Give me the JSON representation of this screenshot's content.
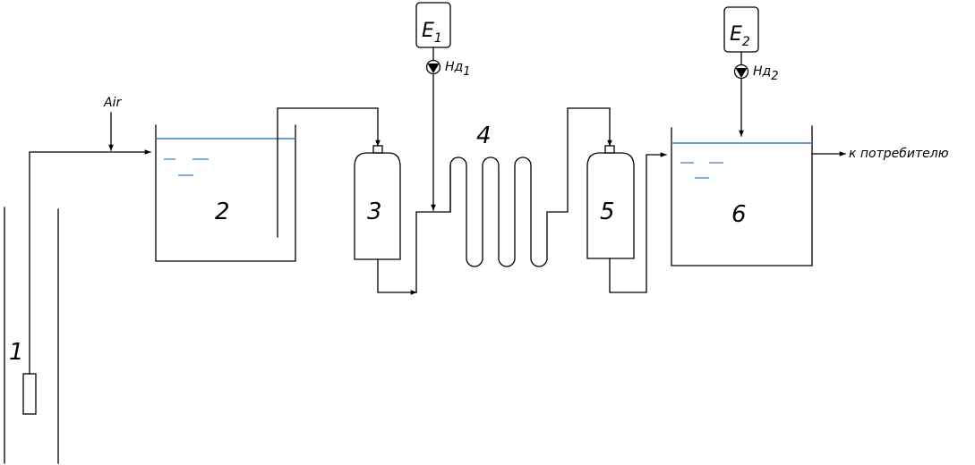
{
  "labels": {
    "well": "1",
    "aeration_tank": "2",
    "filter_1": "3",
    "coil": "4",
    "filter_2": "5",
    "clean_tank": "6",
    "air": "Air",
    "consumer": "к потребителю"
  },
  "dosing": {
    "e1": {
      "letter": "E",
      "sub": "1",
      "pump": "Нд",
      "pump_sub": "1"
    },
    "e2": {
      "letter": "E",
      "sub": "2",
      "pump": "Нд",
      "pump_sub": "2"
    }
  },
  "colors": {
    "water_level": "#3a7fc1",
    "lines": "#000000"
  },
  "icons": {
    "dosing_pump": "pump-icon",
    "flow_arrow": "arrow-icon"
  }
}
